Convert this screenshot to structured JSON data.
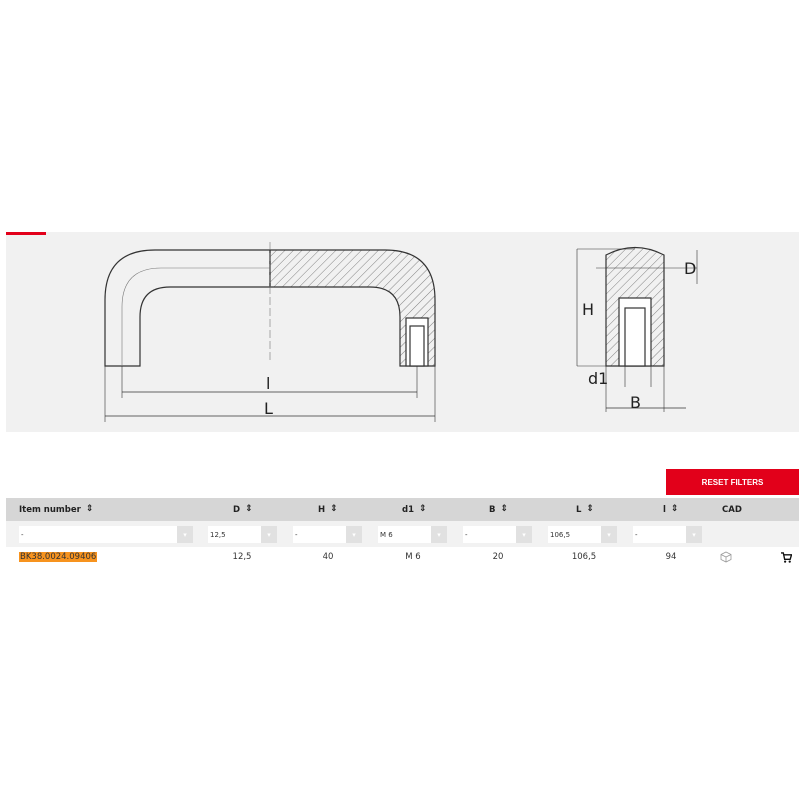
{
  "drawing": {
    "labels": {
      "D": "D",
      "H": "H",
      "d1": "d1",
      "B": "B",
      "l": "l",
      "L": "L"
    }
  },
  "reset_label": "RESET FILTERS",
  "columns": [
    {
      "label": "Item number"
    },
    {
      "label": "D"
    },
    {
      "label": "H"
    },
    {
      "label": "d1"
    },
    {
      "label": "B"
    },
    {
      "label": "L"
    },
    {
      "label": "l"
    },
    {
      "label": "CAD"
    }
  ],
  "filters": [
    "-",
    "12,5",
    "-",
    "M 6",
    "-",
    "106,5",
    "-"
  ],
  "row": {
    "item": "BK38.0024.09406",
    "D": "12,5",
    "H": "40",
    "d1": "M 6",
    "B": "20",
    "L": "106,5",
    "l": "94"
  },
  "colors": {
    "accent": "#e2001a",
    "highlight": "#f7931e"
  }
}
